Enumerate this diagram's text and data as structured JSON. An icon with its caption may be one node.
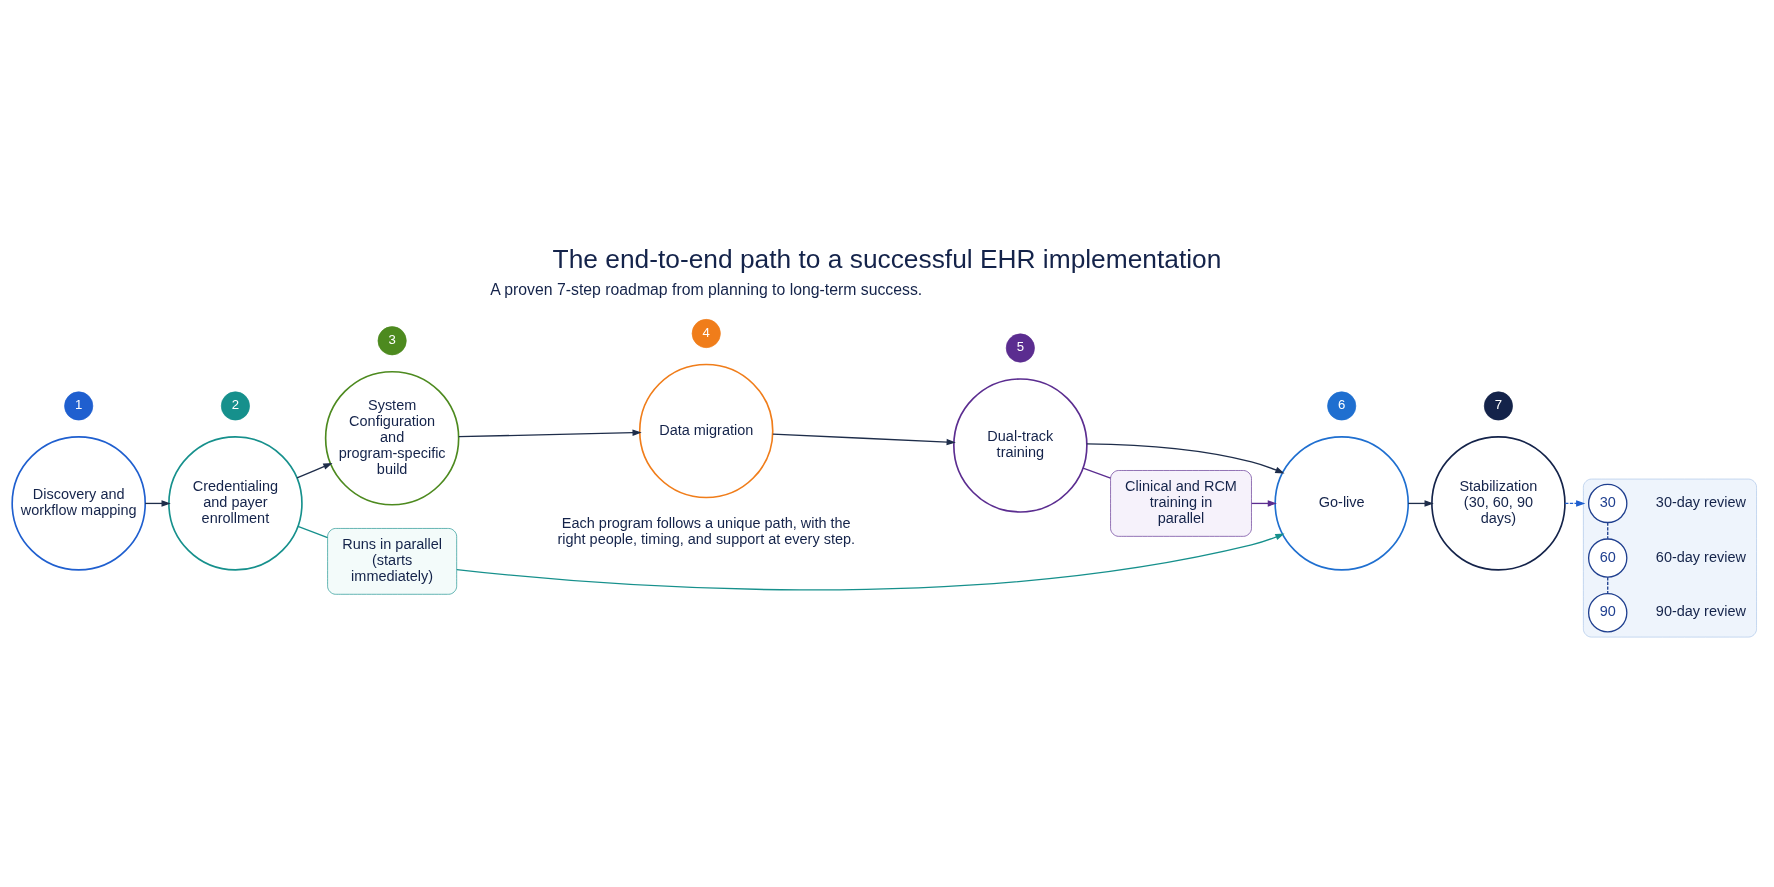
{
  "diagram": {
    "title": "The end-to-end path to a successful EHR implementation",
    "caption": "Each program follows a unique path, with the right people, timing, and support at every step.",
    "nodes": [
      {
        "text": [
          "Discovery and workflow mapping"
        ]
      },
      {
        "text": [
          "Credentialing and payer enrollment"
        ]
      },
      {
        "text": [
          "System Configuration and program-specific build"
        ]
      },
      {
        "text": [
          "Data migration"
        ]
      },
      {
        "text": [
          "Dual-track training"
        ]
      },
      {
        "text": [
          "Go-live"
        ]
      },
      {
        "text": [
          "Stabilization (30, 60, 90 days)"
        ]
      },
      {
        "text": [
          "1"
        ]
      },
      {
        "text": [
          "2"
        ]
      },
      {
        "text": [
          "3"
        ]
      },
      {
        "text": [
          "4"
        ]
      },
      {
        "text": [
          "5"
        ]
      },
      {
        "text": [
          "6"
        ]
      },
      {
        "text": [
          "7"
        ]
      },
      {
        "text": [
          "Runs in parallel (starts immediately)"
        ]
      },
      {
        "text": [
          "Clinical and RCM training in parallel"
        ]
      },
      {
        "text": [],
        "shape": "box"
      },
      {
        "text": [
          "30"
        ],
        "in": 16,
        "beside": [
          "30-day review"
        ]
      },
      {
        "text": [
          "60"
        ],
        "in": 16,
        "beside": [
          "60-day review"
        ]
      },
      {
        "text": [
          "90"
        ],
        "in": 16,
        "beside": [
          "90-day review"
        ]
      }
    ],
    "edges": [
      {
        "from": 0,
        "to": 1,
        "arrow": "to"
      },
      {
        "from": 1,
        "to": 2,
        "arrow": "to"
      },
      {
        "from": 2,
        "to": 3,
        "arrow": "to"
      },
      {
        "from": 3,
        "to": 4,
        "arrow": "to"
      },
      {
        "from": 4,
        "to": 5,
        "arrow": "to"
      },
      {
        "from": 5,
        "to": 6,
        "arrow": "to"
      },
      {
        "from": 6,
        "to": 16,
        "arrow": "to",
        "style": "dashed",
        "color": "#1f5fcf"
      },
      {
        "from": 1,
        "to": 14,
        "arrow": "none",
        "color": "#16908c"
      },
      {
        "from": 14,
        "to": 5,
        "arrow": "to",
        "color": "#16908c"
      },
      {
        "from": 4,
        "to": 15,
        "arrow": "none",
        "color": "#5b2d90"
      },
      {
        "from": 15,
        "to": 5,
        "arrow": "to",
        "color": "#5b2d90"
      },
      {
        "from": 17,
        "to": 18,
        "arrow": "none",
        "style": "dashed",
        "color": "#1f3f8f"
      },
      {
        "from": 18,
        "to": 19,
        "arrow": "none",
        "style": "dashed",
        "color": "#1f3f8f"
      }
    ],
    "labels": [
      "A proven 7-step roadmap from planning to long-term success."
    ]
  }
}
